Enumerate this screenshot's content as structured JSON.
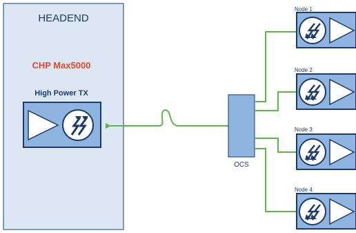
{
  "diagram": {
    "headend": {
      "title": "HEADEND",
      "product": "CHP Max5000",
      "transmitter_label": "High Power TX"
    },
    "splitter": {
      "label": "OCS"
    },
    "nodes": [
      {
        "label": "Node 1"
      },
      {
        "label": "Node 2"
      },
      {
        "label": "Node 3"
      },
      {
        "label": "Node 4"
      }
    ],
    "colors": {
      "headend_fill": "#dce7f3",
      "border": "#1d3a6e",
      "device_fill": "#8fb4df",
      "fiber": "#5ab940",
      "product_text": "#e8462a"
    }
  }
}
